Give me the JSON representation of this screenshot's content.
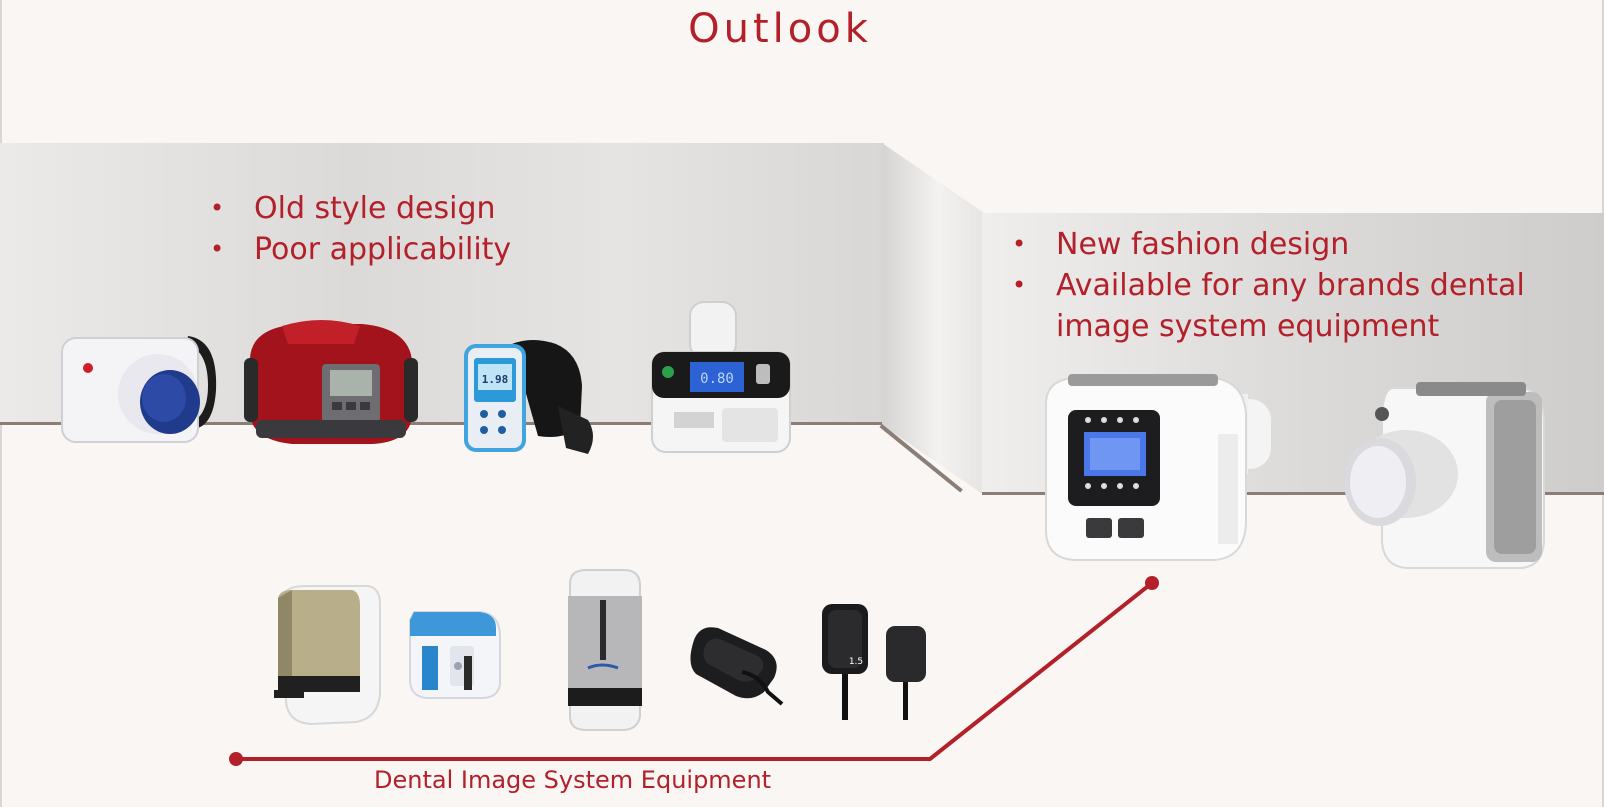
{
  "slide": {
    "title": "Outlook",
    "old_bullets": [
      "Old style design",
      "Poor applicability"
    ],
    "new_bullets": [
      "New fashion design",
      "Available for any brands dental image system equipment"
    ],
    "caption": "Dental Image System Equipment",
    "accent_color": "#b3202a"
  },
  "devices": {
    "old": [
      "white-xray-unit-blue-cone",
      "red-xray-unit",
      "blue-panel-xray-unit",
      "black-white-xray-unit-display"
    ],
    "new": [
      "new-white-xray-unit-display",
      "new-white-xray-unit-side"
    ],
    "dental_imaging": [
      "gold-scanner",
      "blue-scanner",
      "silver-scanner",
      "sensor-pad",
      "intraoral-sensors"
    ],
    "display_readouts": [
      "1.98",
      "0.80"
    ],
    "sensor_marking": "1.5"
  }
}
